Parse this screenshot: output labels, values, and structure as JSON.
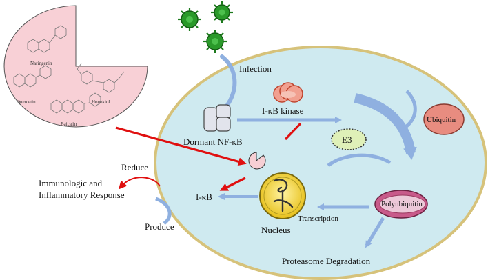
{
  "labels": {
    "infection": "Infection",
    "ikb_kinase": "I-κB kinase",
    "dormant_nfkb": "Dormant NF-κB",
    "e3": "E3",
    "ubiquitin": "Ubiquitin",
    "polyubiquitin": "Polyubiquitin",
    "transcription": "Transcription",
    "nucleus": "Nucleus",
    "ikb": "I-κB",
    "proteasome_degradation": "Proteasome Degradation",
    "reduce": "Reduce",
    "produce": "Produce",
    "immunologic_line1": "Immunologic and",
    "immunologic_line2": "Inflammatory Response"
  },
  "compounds": {
    "naringenin": "Naringenin",
    "quercetin": "Quercetin",
    "honokiol": "Honokiol",
    "baicalin": "Baicalin"
  },
  "colors": {
    "cell_fill": "#cfeaf0",
    "cell_border": "#d6c27a",
    "pathway_arrow": "#8fb0e0",
    "inhibition": "#e01010",
    "compound_panel": "#f8d0d6",
    "virus": "#2a9a2a",
    "nucleus": "#f0d23c",
    "ubiquitin": "#e88c80",
    "polyubiquitin": "#c85a8a",
    "e3": "#dff0b8"
  },
  "icons": [
    "virus-icon",
    "ikb-kinase-icon",
    "dormant-nfkb-icon",
    "e3-ligase-icon",
    "ubiquitin-icon",
    "polyubiquitin-icon",
    "nucleus-icon",
    "ikb-fragment-icon"
  ]
}
